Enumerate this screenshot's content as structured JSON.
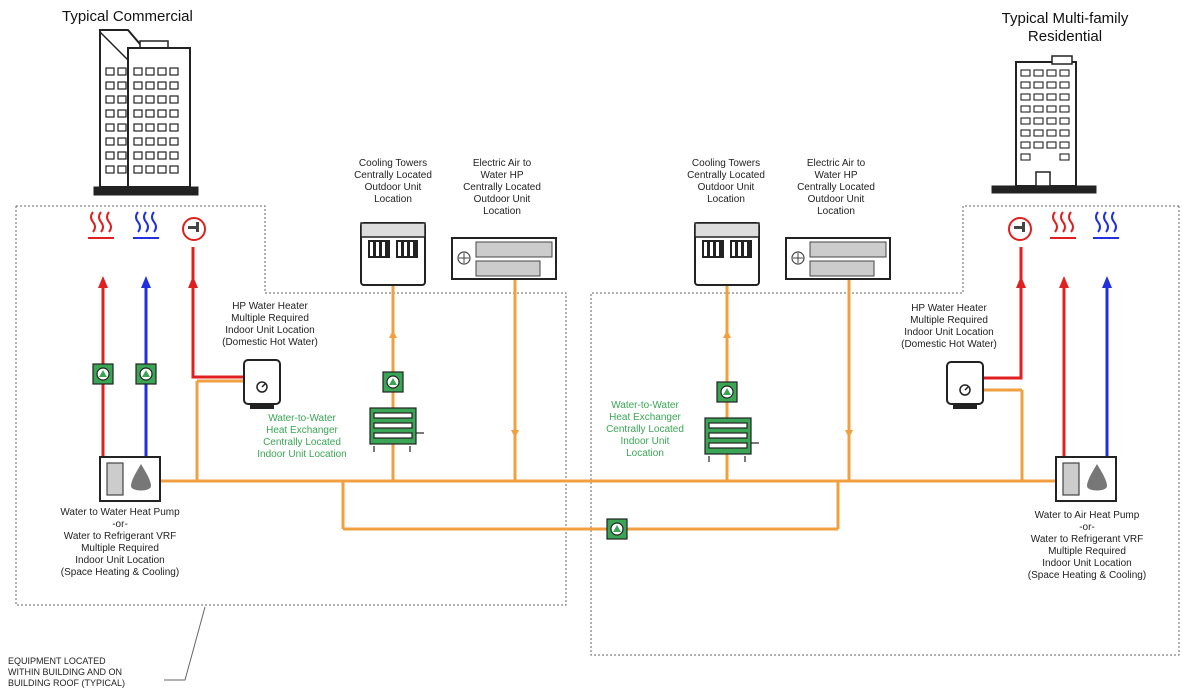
{
  "buildings": {
    "commercial": "Typical Commercial",
    "residential": [
      "Typical Multi-family",
      "Residential"
    ]
  },
  "labels": {
    "cooling_towers_left": [
      "Cooling Towers",
      "Centrally Located",
      "Outdoor Unit",
      "Location"
    ],
    "air_to_water_left": [
      "Electric Air to",
      "Water HP",
      "Centrally Located",
      "Outdoor Unit",
      "Location"
    ],
    "cooling_towers_right": [
      "Cooling Towers",
      "Centrally Located",
      "Outdoor Unit",
      "Location"
    ],
    "air_to_water_right": [
      "Electric Air to",
      "Water HP",
      "Centrally Located",
      "Outdoor Unit",
      "Location"
    ],
    "hp_water_heater_left": [
      "HP Water Heater",
      "Multiple Required",
      "Indoor Unit Location",
      "(Domestic Hot Water)"
    ],
    "hp_water_heater_right": [
      "HP Water Heater",
      "Multiple Required",
      "Indoor Unit Location",
      "(Domestic Hot Water)"
    ],
    "heat_exchanger_left": [
      "Water-to-Water",
      "Heat Exchanger",
      "Centrally Located",
      "Indoor Unit Location"
    ],
    "heat_exchanger_right": [
      "Water-to-Water",
      "Heat Exchanger",
      "Centrally Located",
      "Indoor Unit",
      "Location"
    ],
    "heat_pump_left": [
      "Water to Water Heat Pump",
      "-or-",
      "Water to Refrigerant VRF",
      "Multiple Required",
      "Indoor Unit Location",
      "(Space Heating & Cooling)"
    ],
    "heat_pump_right": [
      "Water to Air Heat Pump",
      "-or-",
      "Water to Refrigerant VRF",
      "Multiple Required",
      "Indoor Unit Location",
      "(Space Heating & Cooling)"
    ],
    "equipment_note": [
      "EQUIPMENT LOCATED",
      "WITHIN BUILDING AND ON",
      "BUILDING ROOF (TYPICAL)"
    ]
  },
  "colors": {
    "loop_pipe": "#f0a040",
    "hot_supply": "#e02020",
    "cold_supply": "#2030e0",
    "pump": "#3aa655",
    "exchanger_text": "#3aa655",
    "boundary": "#666666"
  },
  "icons": [
    "office-building-icon",
    "apartment-building-icon",
    "cooling-tower-icon",
    "air-to-water-heat-pump-icon",
    "circulation-pump-icon",
    "heat-exchanger-icon",
    "water-heater-icon",
    "heat-pump-unit-icon",
    "heating-waves-icon",
    "cooling-waves-icon",
    "hot-water-tap-icon"
  ]
}
